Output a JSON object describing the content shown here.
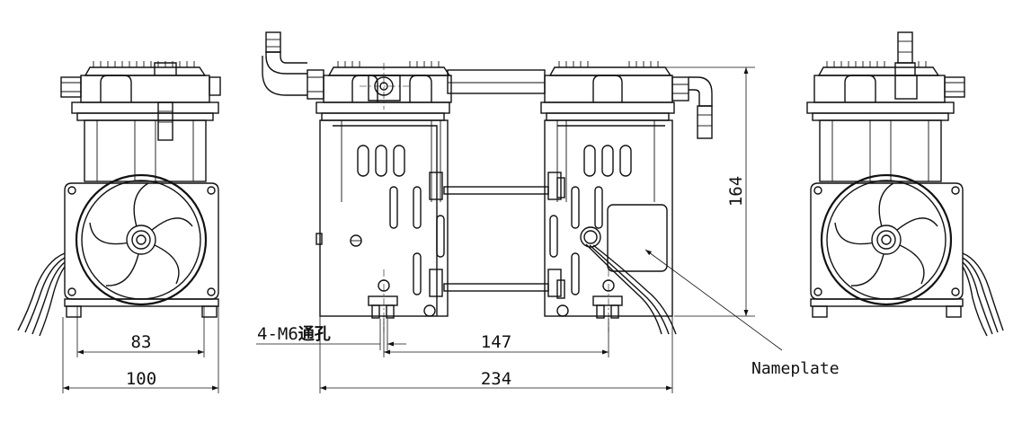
{
  "dimensions": {
    "fan_width": "83",
    "base_width": "100",
    "hole_spacing": "147",
    "total_length": "234",
    "height": "164"
  },
  "labels": {
    "holes_prefix": "4-M6",
    "holes_suffix": "通孔",
    "nameplate": "Nameplate"
  }
}
